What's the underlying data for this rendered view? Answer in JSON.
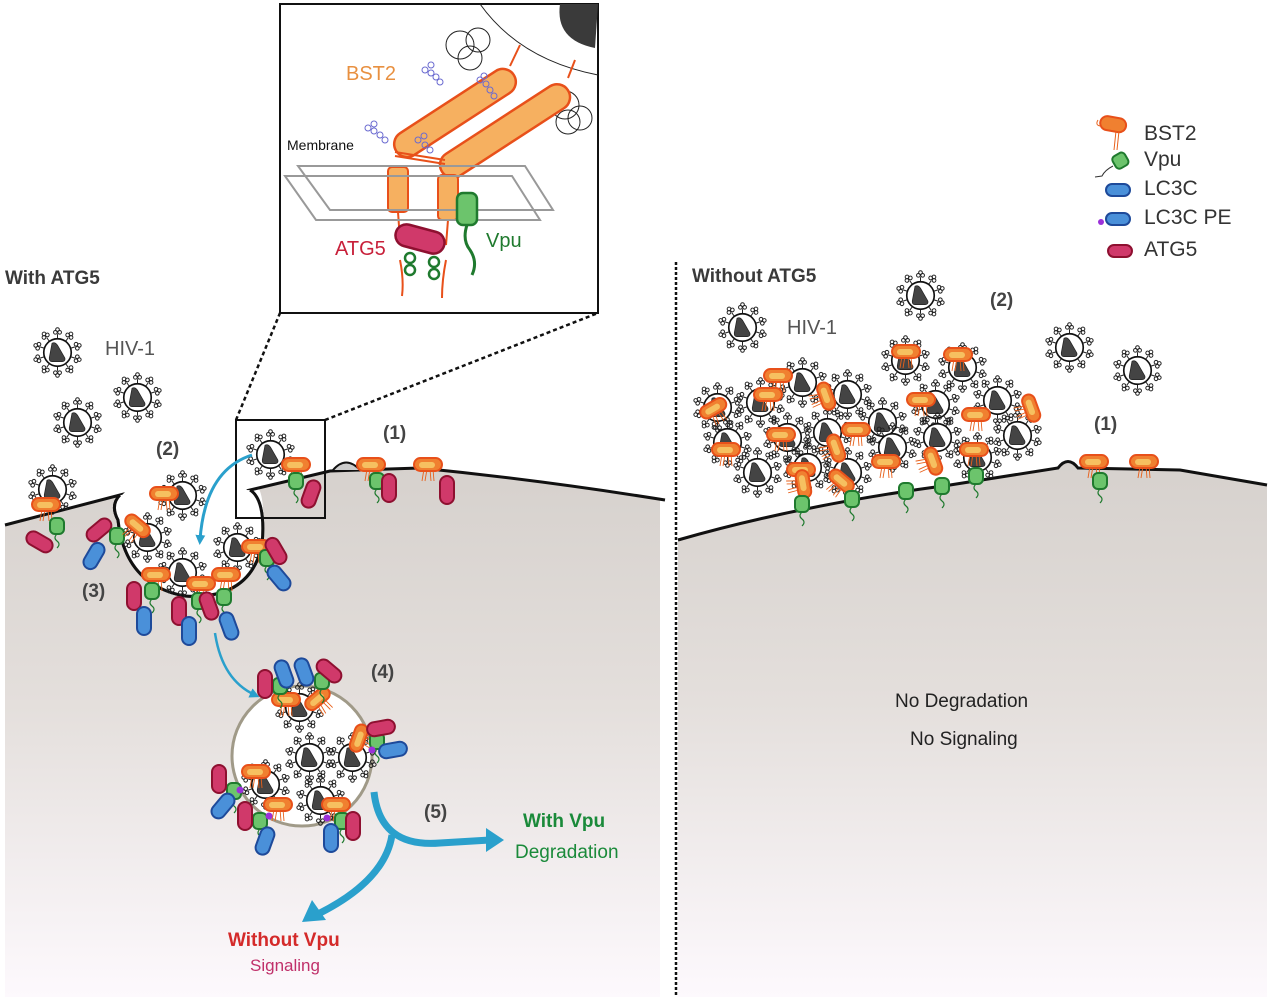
{
  "figure": {
    "type": "schematic",
    "colors": {
      "bst2": "#f0a050",
      "bst2_edge": "#e8501a",
      "vpu": "#5cb85c",
      "vpu_edge": "#1f7a2e",
      "lc3c": "#4a90d9",
      "lc3c_edge": "#1e4a9a",
      "lc3c_pe_lipid": "#9b30d9",
      "atg5": "#d0396a",
      "atg5_edge": "#8e1030",
      "arrow": "#2aa0cc",
      "cytoplasm": "#d9d4d0",
      "with_vpu": "#1a8a3a",
      "without_vpu": "#d42a2a",
      "signaling": "#c0306a"
    }
  },
  "inset": {
    "bst2_label": "BST2",
    "membrane_label": "Membrane",
    "atg5_label": "ATG5",
    "vpu_label": "Vpu"
  },
  "legend": {
    "items": [
      {
        "icon": "bst2-icon",
        "label": "BST2"
      },
      {
        "icon": "vpu-icon",
        "label": "Vpu"
      },
      {
        "icon": "lc3c-icon",
        "label": "LC3C"
      },
      {
        "icon": "lc3c-pe-icon",
        "label": "LC3C PE"
      },
      {
        "icon": "atg5-icon",
        "label": "ATG5"
      }
    ]
  },
  "left_panel": {
    "title": "With ATG5",
    "virus_label": "HIV-1",
    "steps": [
      "(1)",
      "(2)",
      "(3)",
      "(4)",
      "(5)"
    ],
    "outcome_with_vpu": {
      "title": "With Vpu",
      "subtitle": "Degradation"
    },
    "outcome_without_vpu": {
      "title": "Without Vpu",
      "subtitle": "Signaling"
    }
  },
  "right_panel": {
    "title": "Without ATG5",
    "virus_label": "HIV-1",
    "steps": [
      "(1)",
      "(2)"
    ],
    "outcome_line1": "No Degradation",
    "outcome_line2": "No Signaling"
  }
}
